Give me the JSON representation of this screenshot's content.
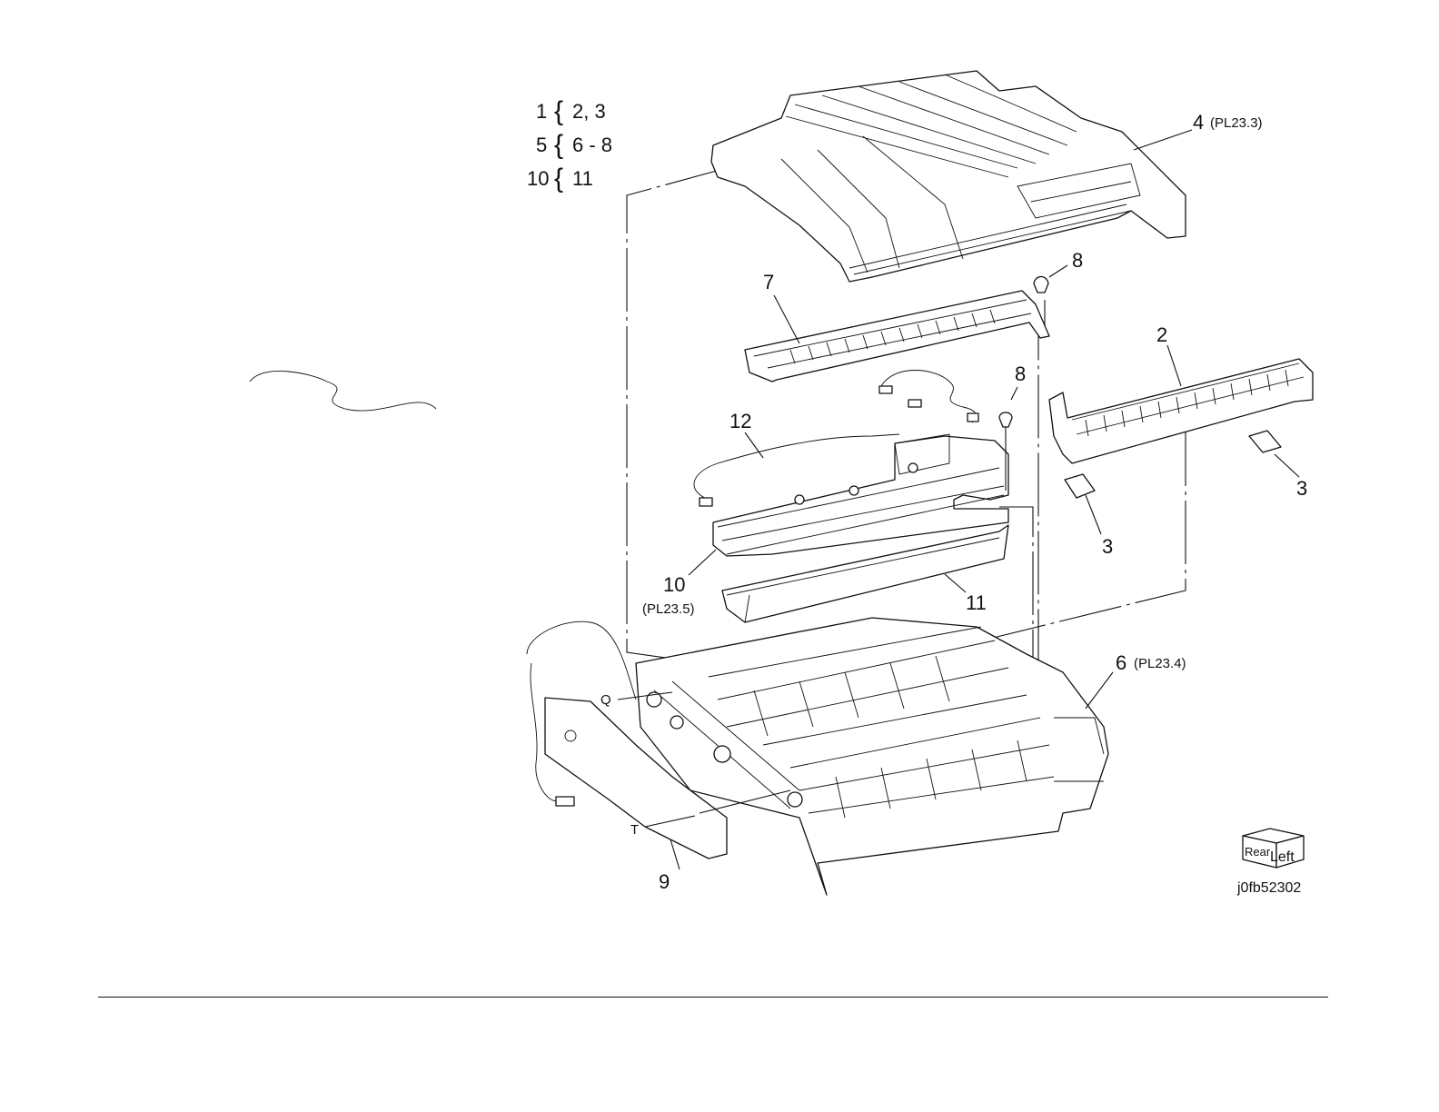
{
  "legend": [
    {
      "parent": "1",
      "children": "2, 3"
    },
    {
      "parent": "5",
      "children": "6 - 8"
    },
    {
      "parent": "10",
      "children": "11"
    }
  ],
  "callouts": {
    "c4": {
      "num": "4",
      "ref": "(PL23.3)"
    },
    "c7": {
      "num": "7"
    },
    "c8a": {
      "num": "8"
    },
    "c8b": {
      "num": "8"
    },
    "c2": {
      "num": "2"
    },
    "c12": {
      "num": "12"
    },
    "c3a": {
      "num": "3"
    },
    "c3b": {
      "num": "3"
    },
    "c10": {
      "num": "10",
      "ref": "(PL23.5)"
    },
    "c11": {
      "num": "11"
    },
    "c6": {
      "num": "6",
      "ref": "(PL23.4)"
    },
    "c9": {
      "num": "9"
    },
    "cQ": {
      "num": "Q"
    },
    "cT": {
      "num": "T"
    }
  },
  "orientation_cube": {
    "face1": "Rear",
    "face2": "Left"
  },
  "figure_id": "j0fb52302",
  "brace": "{"
}
